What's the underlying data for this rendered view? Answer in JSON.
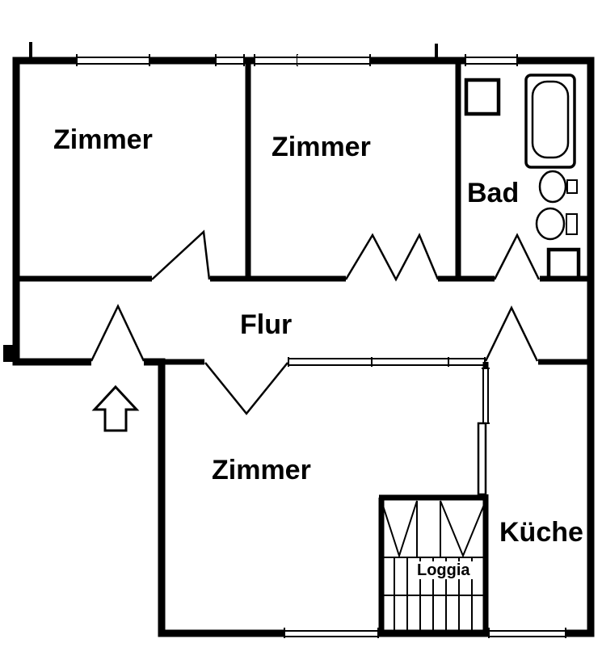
{
  "rooms": [
    {
      "id": "zimmer-top-left",
      "label": "Zimmer"
    },
    {
      "id": "zimmer-top-middle",
      "label": "Zimmer"
    },
    {
      "id": "bad",
      "label": "Bad"
    },
    {
      "id": "flur",
      "label": "Flur"
    },
    {
      "id": "zimmer-bottom",
      "label": "Zimmer"
    },
    {
      "id": "kueche",
      "label": "Küche"
    },
    {
      "id": "loggia",
      "label": "Loggia"
    }
  ],
  "icons": {
    "entrance_arrow": "entrance-arrow-icon",
    "bathtub": "bathtub-icon",
    "sink": "sink-icon",
    "toilet": "toilet-icon",
    "washing_machine": "washing-machine-icon",
    "cabinet": "cabinet-icon"
  },
  "colors": {
    "wall": "#000000",
    "background": "#ffffff",
    "text": "#000000"
  }
}
